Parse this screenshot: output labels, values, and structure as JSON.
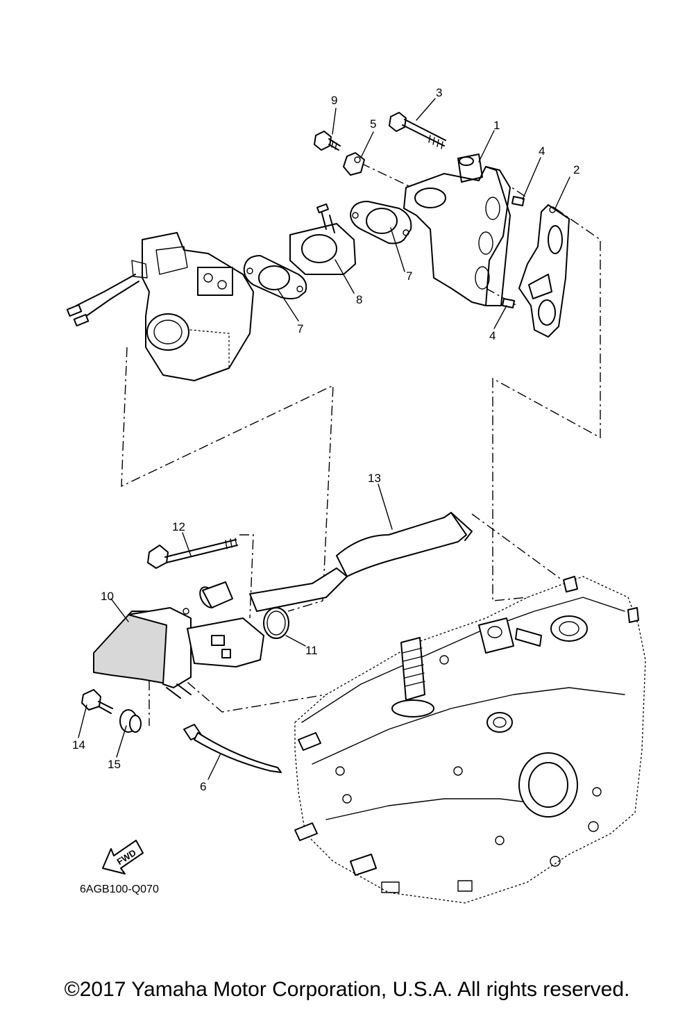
{
  "diagram": {
    "part_callouts": [
      "1",
      "2",
      "3",
      "4",
      "4",
      "5",
      "6",
      "7",
      "7",
      "8",
      "9",
      "10",
      "11",
      "12",
      "13",
      "14",
      "15"
    ],
    "direction_badge": "FWD",
    "drawing_code": "6AGB100-Q070"
  },
  "footer": {
    "copyright": "©2017 Yamaha Motor Corporation, U.S.A. All rights reserved."
  }
}
